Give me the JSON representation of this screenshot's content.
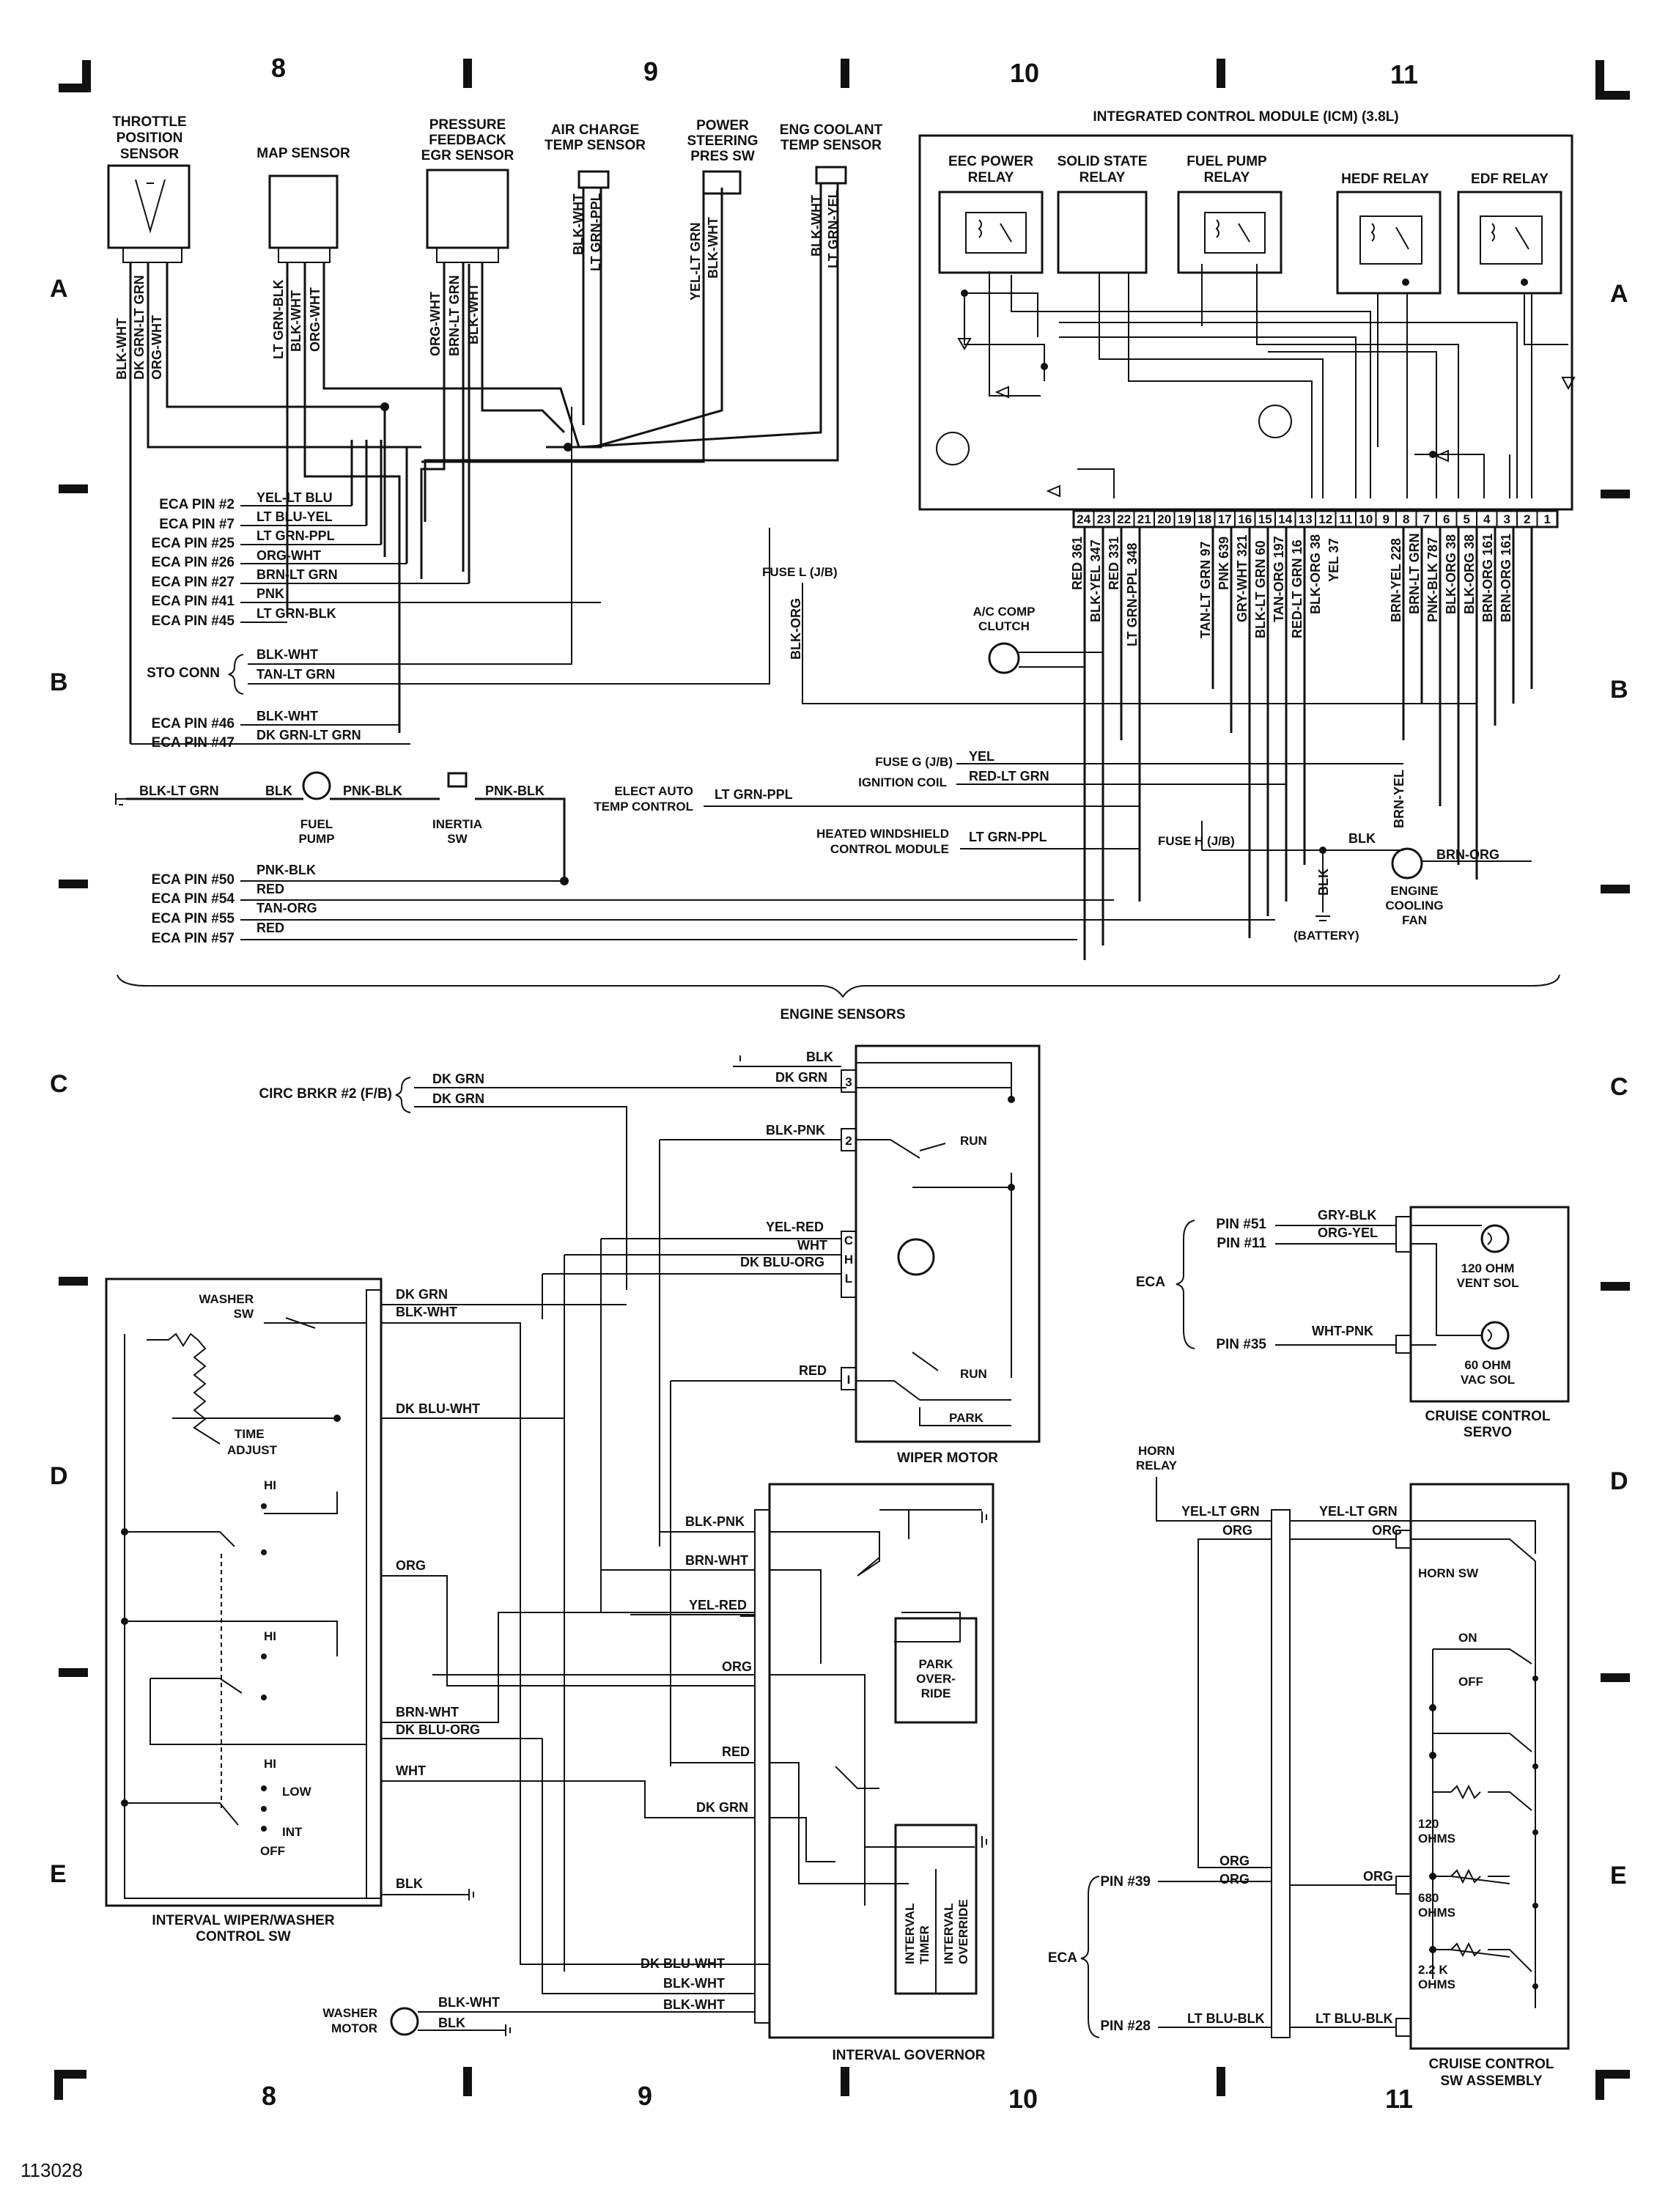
{
  "figure_id": "113028",
  "columns": [
    "8",
    "9",
    "10",
    "11"
  ],
  "rows": [
    "A",
    "B",
    "C",
    "D",
    "E"
  ],
  "engine": {
    "section_label": "ENGINE SENSORS",
    "sensors": {
      "tps": [
        "THROTTLE",
        "POSITION",
        "SENSOR"
      ],
      "map": "MAP SENSOR",
      "pfe": [
        "PRESSURE",
        "FEEDBACK",
        "EGR SENSOR"
      ],
      "act": [
        "AIR CHARGE",
        "TEMP SENSOR"
      ],
      "psps": [
        "POWER",
        "STEERING",
        "PRES SW"
      ],
      "ect": [
        "ENG COOLANT",
        "TEMP SENSOR"
      ]
    },
    "sensor_wires": {
      "tps": [
        "BLK-WHT",
        "DK GRN-LT GRN",
        "ORG-WHT"
      ],
      "map": [
        "LT GRN-BLK",
        "BLK-WHT",
        "ORG-WHT"
      ],
      "pfe": [
        "ORG-WHT",
        "BRN-LT GRN",
        "BLK-WHT"
      ],
      "act": [
        "BLK-WHT",
        "LT GRN-PPL"
      ],
      "psps": [
        "YEL-LT GRN",
        "BLK-WHT"
      ],
      "ect": [
        "BLK-WHT",
        "LT GRN-YEL"
      ]
    },
    "eca_pins_top": [
      {
        "pin": "ECA PIN #2",
        "wire": "YEL-LT BLU"
      },
      {
        "pin": "ECA PIN #7",
        "wire": "LT BLU-YEL"
      },
      {
        "pin": "ECA PIN #25",
        "wire": "LT GRN-PPL"
      },
      {
        "pin": "ECA PIN #26",
        "wire": "ORG-WHT"
      },
      {
        "pin": "ECA PIN #27",
        "wire": "BRN-LT GRN"
      },
      {
        "pin": "ECA PIN #41",
        "wire": "PNK"
      },
      {
        "pin": "ECA PIN #45",
        "wire": "LT GRN-BLK"
      }
    ],
    "sto_conn": {
      "label": "STO CONN",
      "wires": [
        "BLK-WHT",
        "TAN-LT GRN"
      ]
    },
    "eca_pins_mid": [
      {
        "pin": "ECA PIN #46",
        "wire": "BLK-WHT"
      },
      {
        "pin": "ECA PIN #47",
        "wire": "DK GRN-LT GRN"
      }
    ],
    "fuel_row": {
      "ground_wire": "BLK-LT GRN",
      "blk": "BLK",
      "pump": [
        "FUEL",
        "PUMP"
      ],
      "pnk_blk_1": "PNK-BLK",
      "inertia": [
        "INERTIA",
        "SW"
      ],
      "pnk_blk_2": "PNK-BLK"
    },
    "eca_pins_bottom": [
      {
        "pin": "ECA PIN #50",
        "wire": "PNK-BLK"
      },
      {
        "pin": "ECA PIN #54",
        "wire": "RED"
      },
      {
        "pin": "ECA PIN #55",
        "wire": "TAN-ORG"
      },
      {
        "pin": "ECA PIN #57",
        "wire": "RED"
      }
    ],
    "icm": {
      "title": "INTEGRATED CONTROL MODULE (ICM) (3.8L)",
      "relays": [
        [
          "EEC POWER",
          "RELAY"
        ],
        [
          "SOLID STATE",
          "RELAY"
        ],
        [
          "FUEL PUMP",
          "RELAY"
        ],
        [
          "HEDF RELAY"
        ],
        [
          "EDF RELAY"
        ]
      ],
      "pins": [
        "24",
        "23",
        "22",
        "21",
        "20",
        "19",
        "18",
        "17",
        "16",
        "15",
        "14",
        "13",
        "12",
        "11",
        "10",
        "9",
        "8",
        "7",
        "6",
        "5",
        "4",
        "3",
        "2",
        "1"
      ],
      "pin_wires": [
        "RED 361",
        "BLK-YEL 347",
        "RED 331",
        "LT GRN-PPL 348",
        "TAN-LT GRN 97",
        "PNK 639",
        "GRY-WHT 321",
        "BLK-LT GRN 60",
        "TAN-ORG 197",
        "RED-LT GRN 16",
        "BLK-ORG 38",
        "YEL 37",
        "BRN-YEL 228",
        "BRN-LT GRN",
        "PNK-BLK 787",
        "BLK-ORG 38",
        "BLK-ORG 38",
        "BRN-ORG 161",
        "BRN-ORG 161"
      ]
    },
    "fuse_l": "FUSE L (J/B)",
    "fuse_l_wire": "BLK-ORG",
    "ac_clutch": [
      "A/C COMP",
      "CLUTCH"
    ],
    "fuse_g": {
      "label": "FUSE G (J/B)",
      "wire": "YEL"
    },
    "ignition_coil": {
      "label": "IGNITION COIL",
      "wire": "RED-LT GRN"
    },
    "elect_auto": {
      "label": [
        "ELECT AUTO",
        "TEMP CONTROL"
      ],
      "wire": "LT GRN-PPL"
    },
    "heated_ws": {
      "label": [
        "HEATED WINDSHIELD",
        "CONTROL MODULE"
      ],
      "wire": "LT GRN-PPL"
    },
    "fuse_h": "FUSE H (J/B)",
    "fan": {
      "label": [
        "ENGINE",
        "COOLING",
        "FAN"
      ],
      "blk": "BLK",
      "blk2": "BLK",
      "brn_yel": "BRN-YEL",
      "brn_org": "BRN-ORG",
      "battery": "(BATTERY)"
    }
  },
  "wiper": {
    "circ_brkr": "CIRC BRKR #2 (F/B)",
    "wires_top": [
      "DK GRN",
      "DK GRN"
    ],
    "motor": {
      "label": "WIPER MOTOR",
      "terminals": [
        "3",
        "2",
        "C",
        "H",
        "L",
        "I"
      ],
      "wires": [
        "BLK",
        "DK GRN",
        "BLK-PNK",
        "YEL-RED",
        "WHT",
        "DK BLU-ORG",
        "RED"
      ],
      "run1": "RUN",
      "run2": "RUN",
      "park": "PARK"
    },
    "control_sw": {
      "label": [
        "INTERVAL WIPER/WASHER",
        "CONTROL SW"
      ],
      "washer_sw": [
        "WASHER",
        "SW"
      ],
      "time_adjust": [
        "TIME",
        "ADJUST"
      ],
      "hi1": "HI",
      "hi2": "HI",
      "hi3": "HI",
      "low": "LOW",
      "int": "INT",
      "off": "OFF",
      "wires": [
        "DK GRN",
        "BLK-WHT",
        "DK BLU-WHT",
        "ORG",
        "BRN-WHT",
        "DK BLU-ORG",
        "WHT",
        "BLK"
      ]
    },
    "governor": {
      "label": "INTERVAL GOVERNOR",
      "wires": [
        "BLK-PNK",
        "BRN-WHT",
        "YEL-RED",
        "ORG",
        "RED",
        "DK GRN",
        "DK BLU-WHT",
        "BLK-WHT",
        "BLK-WHT"
      ],
      "park_override": [
        "PARK",
        "OVER-",
        "RIDE"
      ],
      "interval_timer": [
        "INTERVAL",
        "TIMER"
      ],
      "interval_override": [
        "INTERVAL",
        "OVERRIDE"
      ]
    },
    "washer_motor": {
      "label": [
        "WASHER",
        "MOTOR"
      ],
      "wires": [
        "BLK-WHT",
        "BLK"
      ]
    }
  },
  "cruise": {
    "servo": {
      "label": [
        "CRUISE CONTROL",
        "SERVO"
      ],
      "eca": "ECA",
      "pins": [
        {
          "pin": "PIN #51",
          "wire": "GRY-BLK"
        },
        {
          "pin": "PIN #11",
          "wire": "ORG-YEL"
        },
        {
          "pin": "PIN #35",
          "wire": "WHT-PNK"
        }
      ],
      "vent_sol": [
        "120 OHM",
        "VENT SOL"
      ],
      "vac_sol": [
        "60 OHM",
        "VAC SOL"
      ]
    },
    "sw_assembly": {
      "label": [
        "CRUISE CONTROL",
        "SW ASSEMBLY"
      ],
      "horn_relay": [
        "HORN",
        "RELAY"
      ],
      "wires_top": [
        "YEL-LT GRN",
        "ORG",
        "YEL-LT GRN",
        "ORG"
      ],
      "horn_sw": "HORN SW",
      "on": "ON",
      "off": "OFF",
      "r120": [
        "120",
        "OHMS"
      ],
      "r680": [
        "680",
        "OHMS"
      ],
      "r22k": [
        "2.2 K",
        "OHMS"
      ],
      "eca": "ECA",
      "pin39": "PIN #39",
      "pin28": "PIN #28",
      "org_a": "ORG",
      "org_b": "ORG",
      "org_c": "ORG",
      "ltblu_a": "LT BLU-BLK",
      "ltblu_b": "LT BLU-BLK"
    }
  }
}
